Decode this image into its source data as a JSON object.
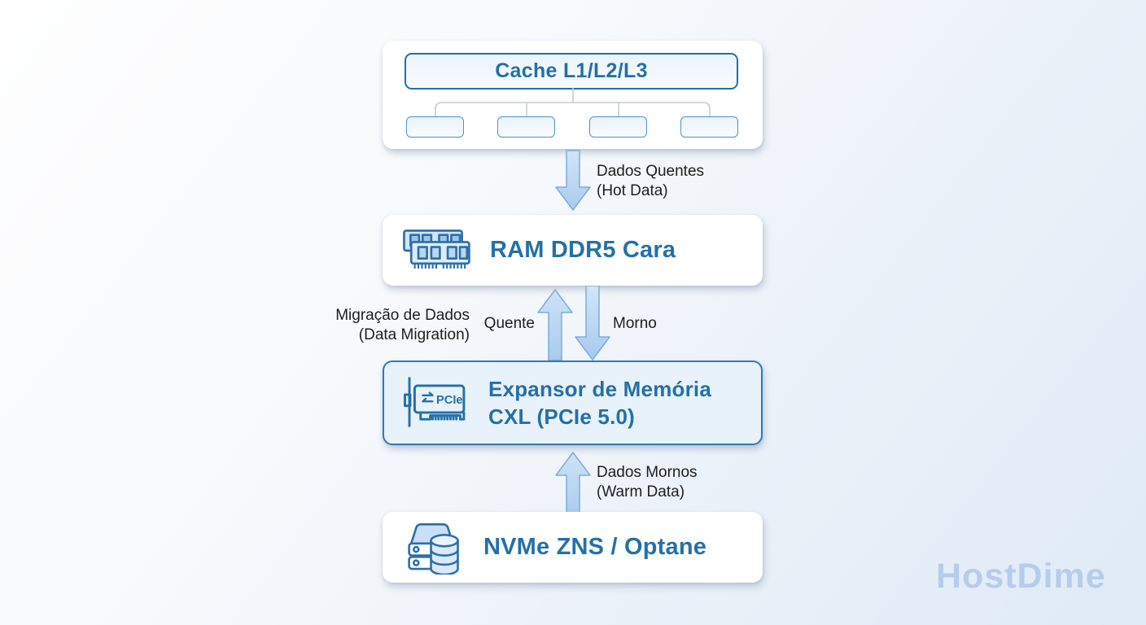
{
  "diagram": {
    "watermark": "HostDime",
    "nodes": {
      "cache": {
        "title": "Cache L1/L2/L3",
        "children_count": 4
      },
      "ram": {
        "title": "RAM DDR5 Cara",
        "icon": "ram-memory-icon"
      },
      "cxl": {
        "title_line1": "Expansor de Memória",
        "title_line2": "CXL (PCIe 5.0)",
        "icon": "pcie-card-icon",
        "icon_label": "PCIe"
      },
      "nvme": {
        "title": "NVMe ZNS / Optane",
        "icon": "storage-server-icon"
      }
    },
    "edges": {
      "cache_to_ram": {
        "label_line1": "Dados Quentes",
        "label_line2": "(Hot Data)",
        "direction": "down"
      },
      "ram_to_cxl": {
        "up_label": "Quente",
        "down_label": "Morno"
      },
      "migration": {
        "label_line1": "Migração de Dados",
        "label_line2": "(Data Migration)"
      },
      "nvme_to_cxl": {
        "label_line1": "Dados Mornos",
        "label_line2": "(Warm Data)",
        "direction": "up"
      }
    },
    "colors": {
      "title_text": "#2270a8",
      "node_border": "#2e76ad",
      "arrow_fill_light": "#d3e5f7",
      "arrow_fill_dark": "#a8cbee",
      "arrow_stroke": "#7cacdc",
      "label_text": "#1d1e20",
      "watermark_color": "#b5cdeb",
      "connector_line": "#c7ccd4"
    }
  }
}
